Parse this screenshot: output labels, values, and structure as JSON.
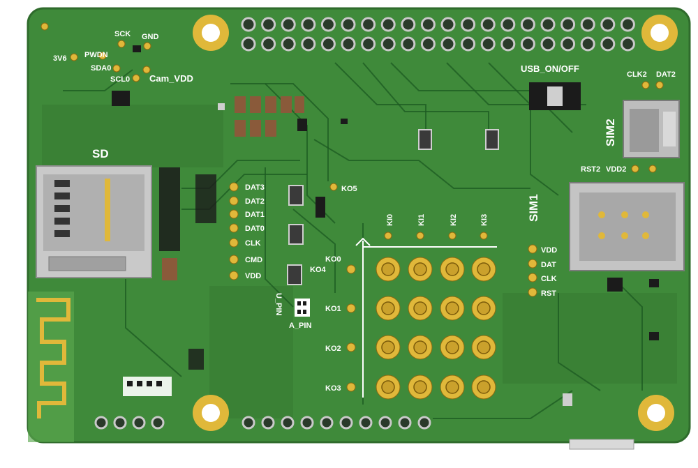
{
  "colors": {
    "board": "#3f8a3a",
    "board_edge": "#2f6b2c",
    "gold": "#e0b83a",
    "silkscreen": "#ffffff",
    "component": "#2b2b2b",
    "capacitor": "#8a5a3a"
  },
  "camera_labels": {
    "v36": "3V6",
    "pwdn": "PWDN",
    "sck": "SCK",
    "gnd": "GND",
    "sda0": "SDA0",
    "scl0": "SCL0",
    "cam_vdd": "Cam_VDD"
  },
  "sd": {
    "title": "SD",
    "pins": [
      "DAT3",
      "DAT2",
      "DAT1",
      "DAT0",
      "CLK",
      "CMD",
      "VDD"
    ]
  },
  "usb_switch_label": "USB_ON/OFF",
  "sim1": {
    "title": "SIM1",
    "pins": [
      "VDD",
      "DAT",
      "CLK",
      "RST"
    ]
  },
  "sim2": {
    "title": "SIM2",
    "top_labels": [
      "CLK2",
      "DAT2"
    ],
    "bottom_labels": [
      "RST2",
      "VDD2"
    ]
  },
  "keypad": {
    "columns": [
      "KI0",
      "KI1",
      "KI2",
      "KI3"
    ],
    "rows": [
      "KO1",
      "KO2",
      "KO3"
    ],
    "ko0": "KO0",
    "ko4": "KO4",
    "ko5": "KO5"
  },
  "pins": {
    "u_pin": "U_PIN",
    "a_pin": "A_PIN"
  }
}
